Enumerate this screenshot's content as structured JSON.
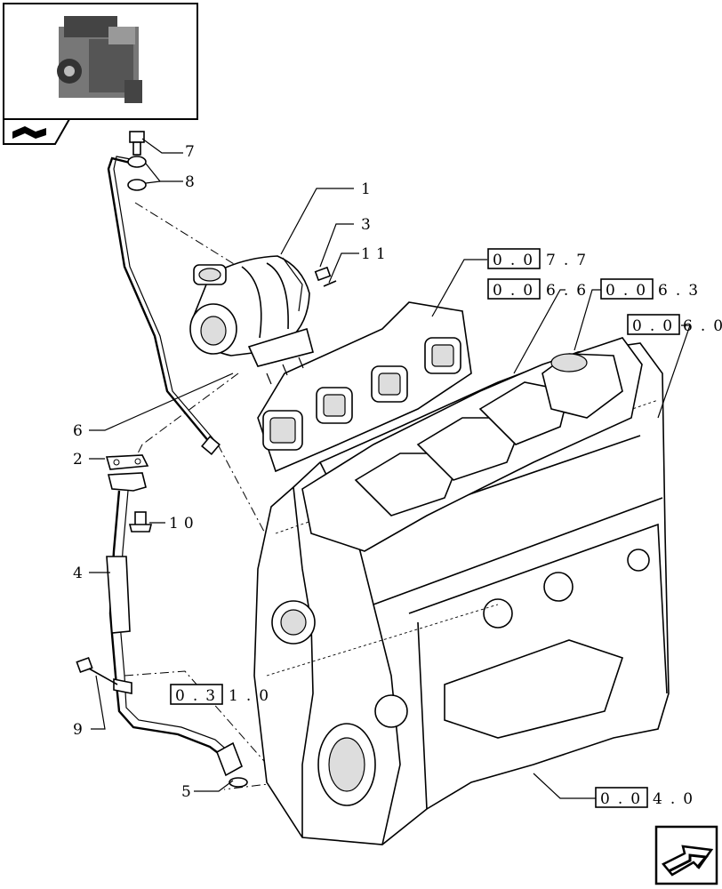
{
  "callouts": [
    {
      "id": "c1",
      "text": "1"
    },
    {
      "id": "c2",
      "text": "2"
    },
    {
      "id": "c3",
      "text": "3"
    },
    {
      "id": "c4",
      "text": "4"
    },
    {
      "id": "c5",
      "text": "5"
    },
    {
      "id": "c6",
      "text": "6"
    },
    {
      "id": "c7",
      "text": "7"
    },
    {
      "id": "c8",
      "text": "8"
    },
    {
      "id": "c9",
      "text": "9"
    },
    {
      "id": "c10",
      "text": "10"
    },
    {
      "id": "c11",
      "text": "11"
    }
  ],
  "references": [
    {
      "id": "r1",
      "boxed": "0.0",
      "rest": "7.7"
    },
    {
      "id": "r2",
      "boxed": "0.0",
      "rest": "6.6"
    },
    {
      "id": "r3",
      "boxed": "0.0",
      "rest": "6.3"
    },
    {
      "id": "r4",
      "boxed": "0.0",
      "rest": "6.0"
    },
    {
      "id": "r5",
      "boxed": "0.3",
      "rest": "1.0"
    },
    {
      "id": "r6",
      "boxed": "0.0",
      "rest": "4.0"
    }
  ],
  "icons": {
    "thumbnail": "engine-thumbnail-icon",
    "book": "open-book-icon",
    "nav": "next-page-arrow-icon"
  }
}
